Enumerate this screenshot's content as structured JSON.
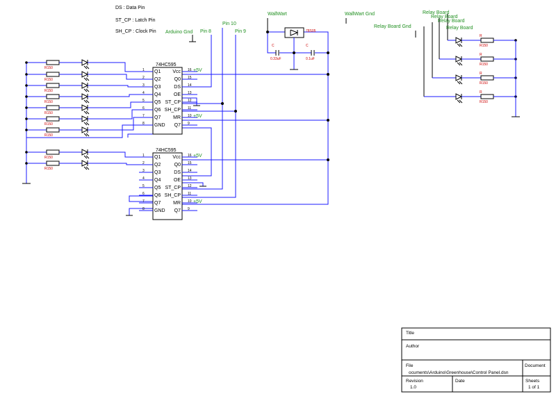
{
  "notes": [
    "DS : Data Pin",
    "ST_CP : Latch Pin",
    "SH_CP : Clock Pin"
  ],
  "nets": {
    "arduino_gnd": "Arduino Gnd",
    "pin8": "Pin 8",
    "pin10": "Pin 10",
    "pin9": "Pin 9",
    "wallwart": "WallWart",
    "wallwart_gnd": "WallWart Gnd",
    "relay_gnd": "Relay Board Gnd",
    "relay_board": "Relay Board",
    "plus5v": "+5V"
  },
  "ic": {
    "name": "74HC595",
    "left_pins": [
      "Q1",
      "Q2",
      "Q3",
      "Q4",
      "Q5",
      "Q6",
      "Q7",
      "GND"
    ],
    "left_nums": [
      "1",
      "2",
      "3",
      "4",
      "5",
      "6",
      "7",
      "8"
    ],
    "right_pins": [
      "Vcc",
      "Q0",
      "DS",
      "OE",
      "ST_CP",
      "SH_CP",
      "MR",
      "Q7"
    ],
    "right_nums": [
      "16",
      "15",
      "14",
      "13",
      "12",
      "11",
      "10",
      "9"
    ]
  },
  "resistor_label": "R150",
  "relay_resistor_label": "R",
  "relay_resistor_value": "R150",
  "regulator": "78S05",
  "cap_ref": "C",
  "cap1": "0.33uF",
  "cap2": "0.1uF",
  "title_block": {
    "title_label": "Title",
    "author_label": "Author",
    "file_label": "File",
    "file_value": "ocuments\\Arduino\\Greenhouse\\Control Panel.dsn",
    "document_label": "Document",
    "revision_label": "Revision",
    "revision_value": "1.0",
    "date_label": "Date",
    "sheets_label": "Sheets",
    "sheets_value": "1 of 1"
  }
}
